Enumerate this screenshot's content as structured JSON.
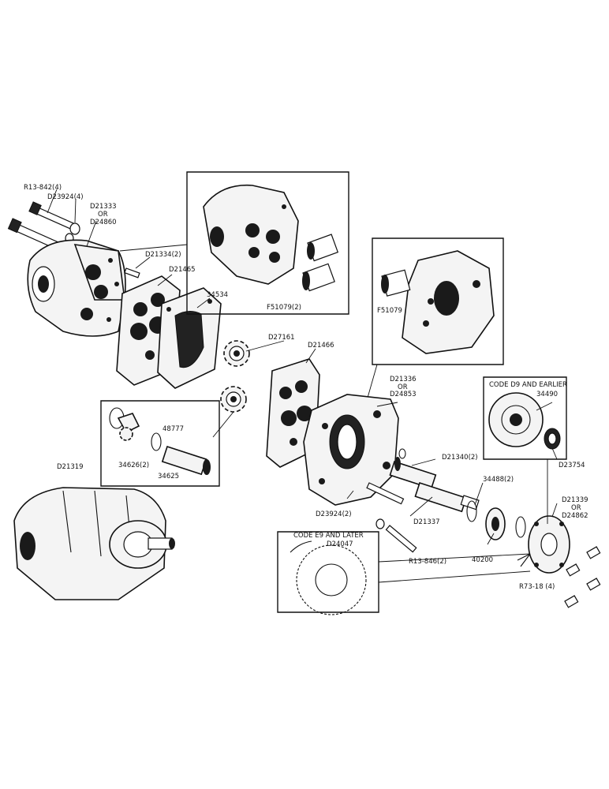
{
  "labels": {
    "r13_842": "R13-842(4)",
    "d23924_4": "D23924(4)",
    "d21333": "D21333",
    "or1": "OR",
    "d24860": "D24860",
    "d21334": "D21334(2)",
    "d21465": "D21465",
    "p34534": "34534",
    "f51079_2": "F51079(2)",
    "d27161": "D27161",
    "p48777": "48777",
    "p34626": "34626(2)",
    "p34625": "34625",
    "d21319": "D21319",
    "d21466": "D21466",
    "f51079": "F51079",
    "d21336": "D21336",
    "or2": "OR",
    "d24853": "D24853",
    "code_d9": "CODE D9 AND EARLIER",
    "p34490": "34490",
    "d23754": "D23754",
    "d21340": "D21340(2)",
    "p34488": "34488(2)",
    "d21339": "D21339",
    "or3": "OR",
    "d24862": "D24862",
    "d21337": "D21337",
    "d23924_2": "D23924(2)",
    "code_e9": "CODE E9 AND LATER",
    "d24047": "D24047",
    "p40200": "40200",
    "r13_846": "R13-846(2)",
    "r73_18": "R73-18 (4)"
  }
}
